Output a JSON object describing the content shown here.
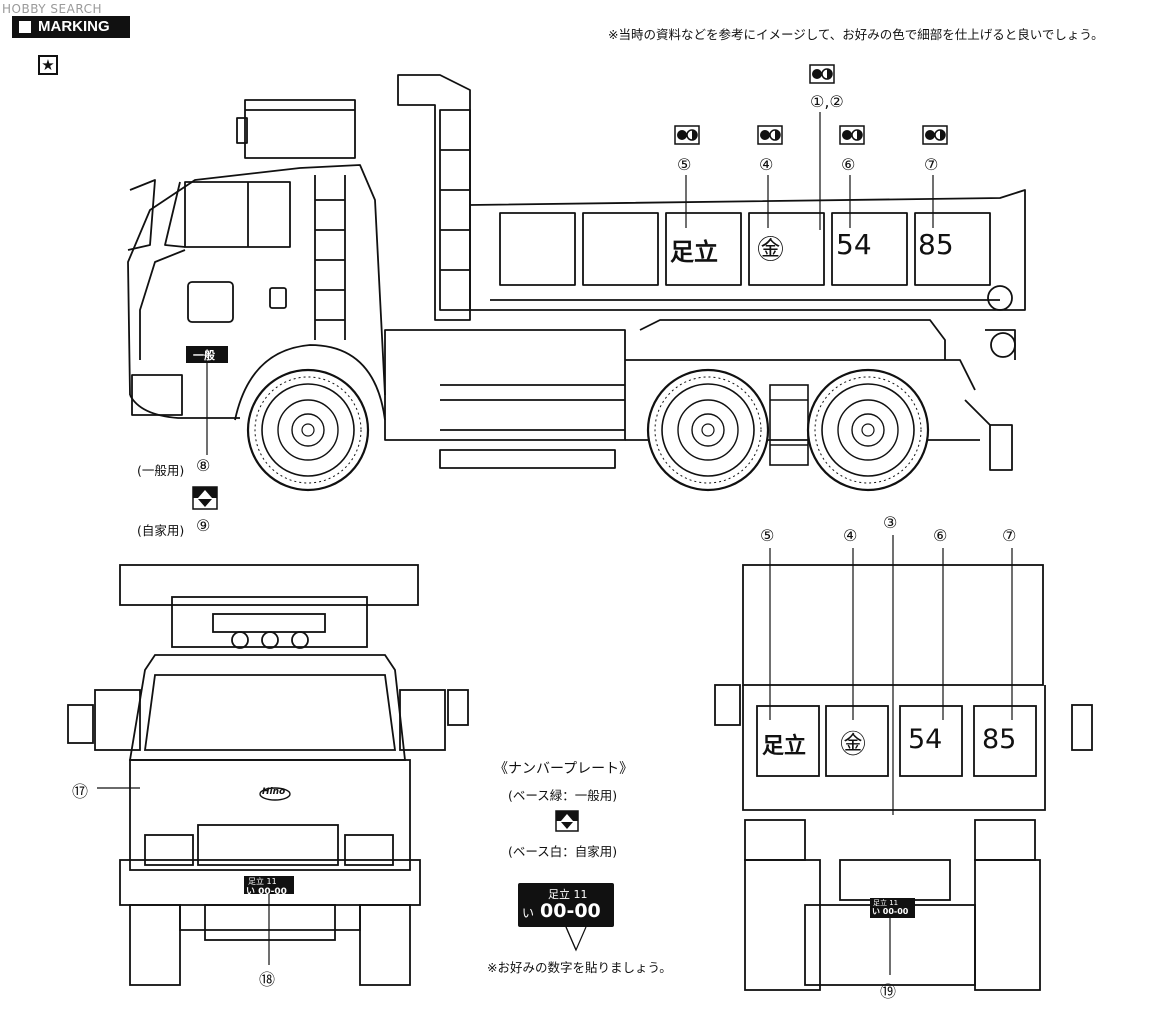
{
  "watermark": "HOBBY SEARCH",
  "header": {
    "tag": "MARKING"
  },
  "star_symbol": "★",
  "top_note": "※当時の資料などを参考にイメージして、お好みの色で細部を仕上げると良いでしょう。",
  "callouts": {
    "c12": "①,②",
    "c3": "③",
    "c4": "④",
    "c5": "⑤",
    "c6": "⑥",
    "c7": "⑦",
    "c8": "⑧",
    "c9": "⑨",
    "c17": "⑰",
    "c18": "⑱",
    "c19": "⑲"
  },
  "labels": {
    "general_use": "(一般用)",
    "private_use": "(自家用)"
  },
  "truck_markings": {
    "adachi": "足立",
    "circle_mark": "㊎",
    "num_54": "54",
    "num_85": "85",
    "cab_plate": "一般",
    "hino_logo": "Hino"
  },
  "plate_section": {
    "title": "《ナンバープレート》",
    "base_green": "(ベース緑：一般用)",
    "base_white": "(ベース白：自家用)",
    "plate_top": "足立 11",
    "plate_kana": "い",
    "plate_number": "00-00",
    "small_plate_top": "足立 11",
    "small_plate_bottom": "い 00-00",
    "note": "※お好みの数字を貼りましょう。"
  },
  "icons": [
    "dot-pair-icon",
    "star-icon",
    "split-swatch-icon"
  ],
  "colors": {
    "ink": "#111111",
    "paper": "#ffffff",
    "plate": "#111111"
  }
}
